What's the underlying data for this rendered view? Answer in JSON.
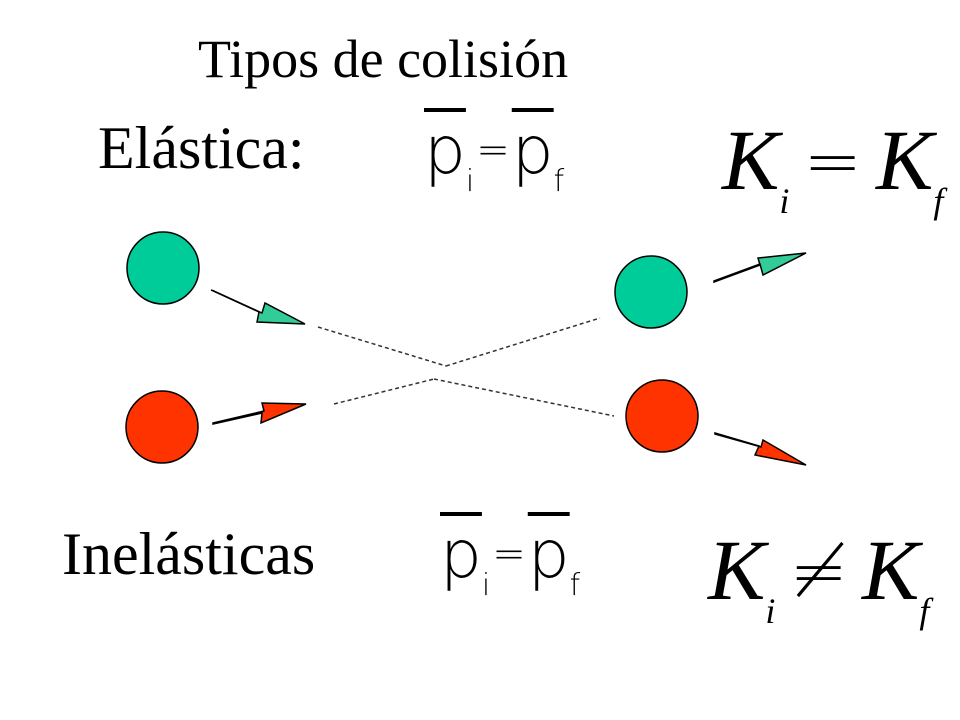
{
  "slide": {
    "title": "Tipos de colisión",
    "elastic": {
      "label": "Elástica:",
      "momentum": {
        "left": "p",
        "left_sub": "i",
        "op": "=",
        "right": "p",
        "right_sub": "f"
      },
      "energy": {
        "left": "K",
        "left_sub": "i",
        "op": "=",
        "right": "K",
        "right_sub": "f"
      }
    },
    "inelastic": {
      "label": "Inelásticas",
      "momentum": {
        "left": "p",
        "left_sub": "i",
        "op": "=",
        "right": "p",
        "right_sub": "f"
      },
      "energy": {
        "left": "K",
        "left_sub": "i",
        "op": "≠",
        "right": "K",
        "right_sub": "f"
      }
    }
  },
  "colors": {
    "ball_green": "#00CC99",
    "ball_red": "#FF3300",
    "arrow_green": "#33CC99",
    "arrow_red": "#FF3300",
    "stroke": "#000000",
    "path_line": "#333333"
  }
}
